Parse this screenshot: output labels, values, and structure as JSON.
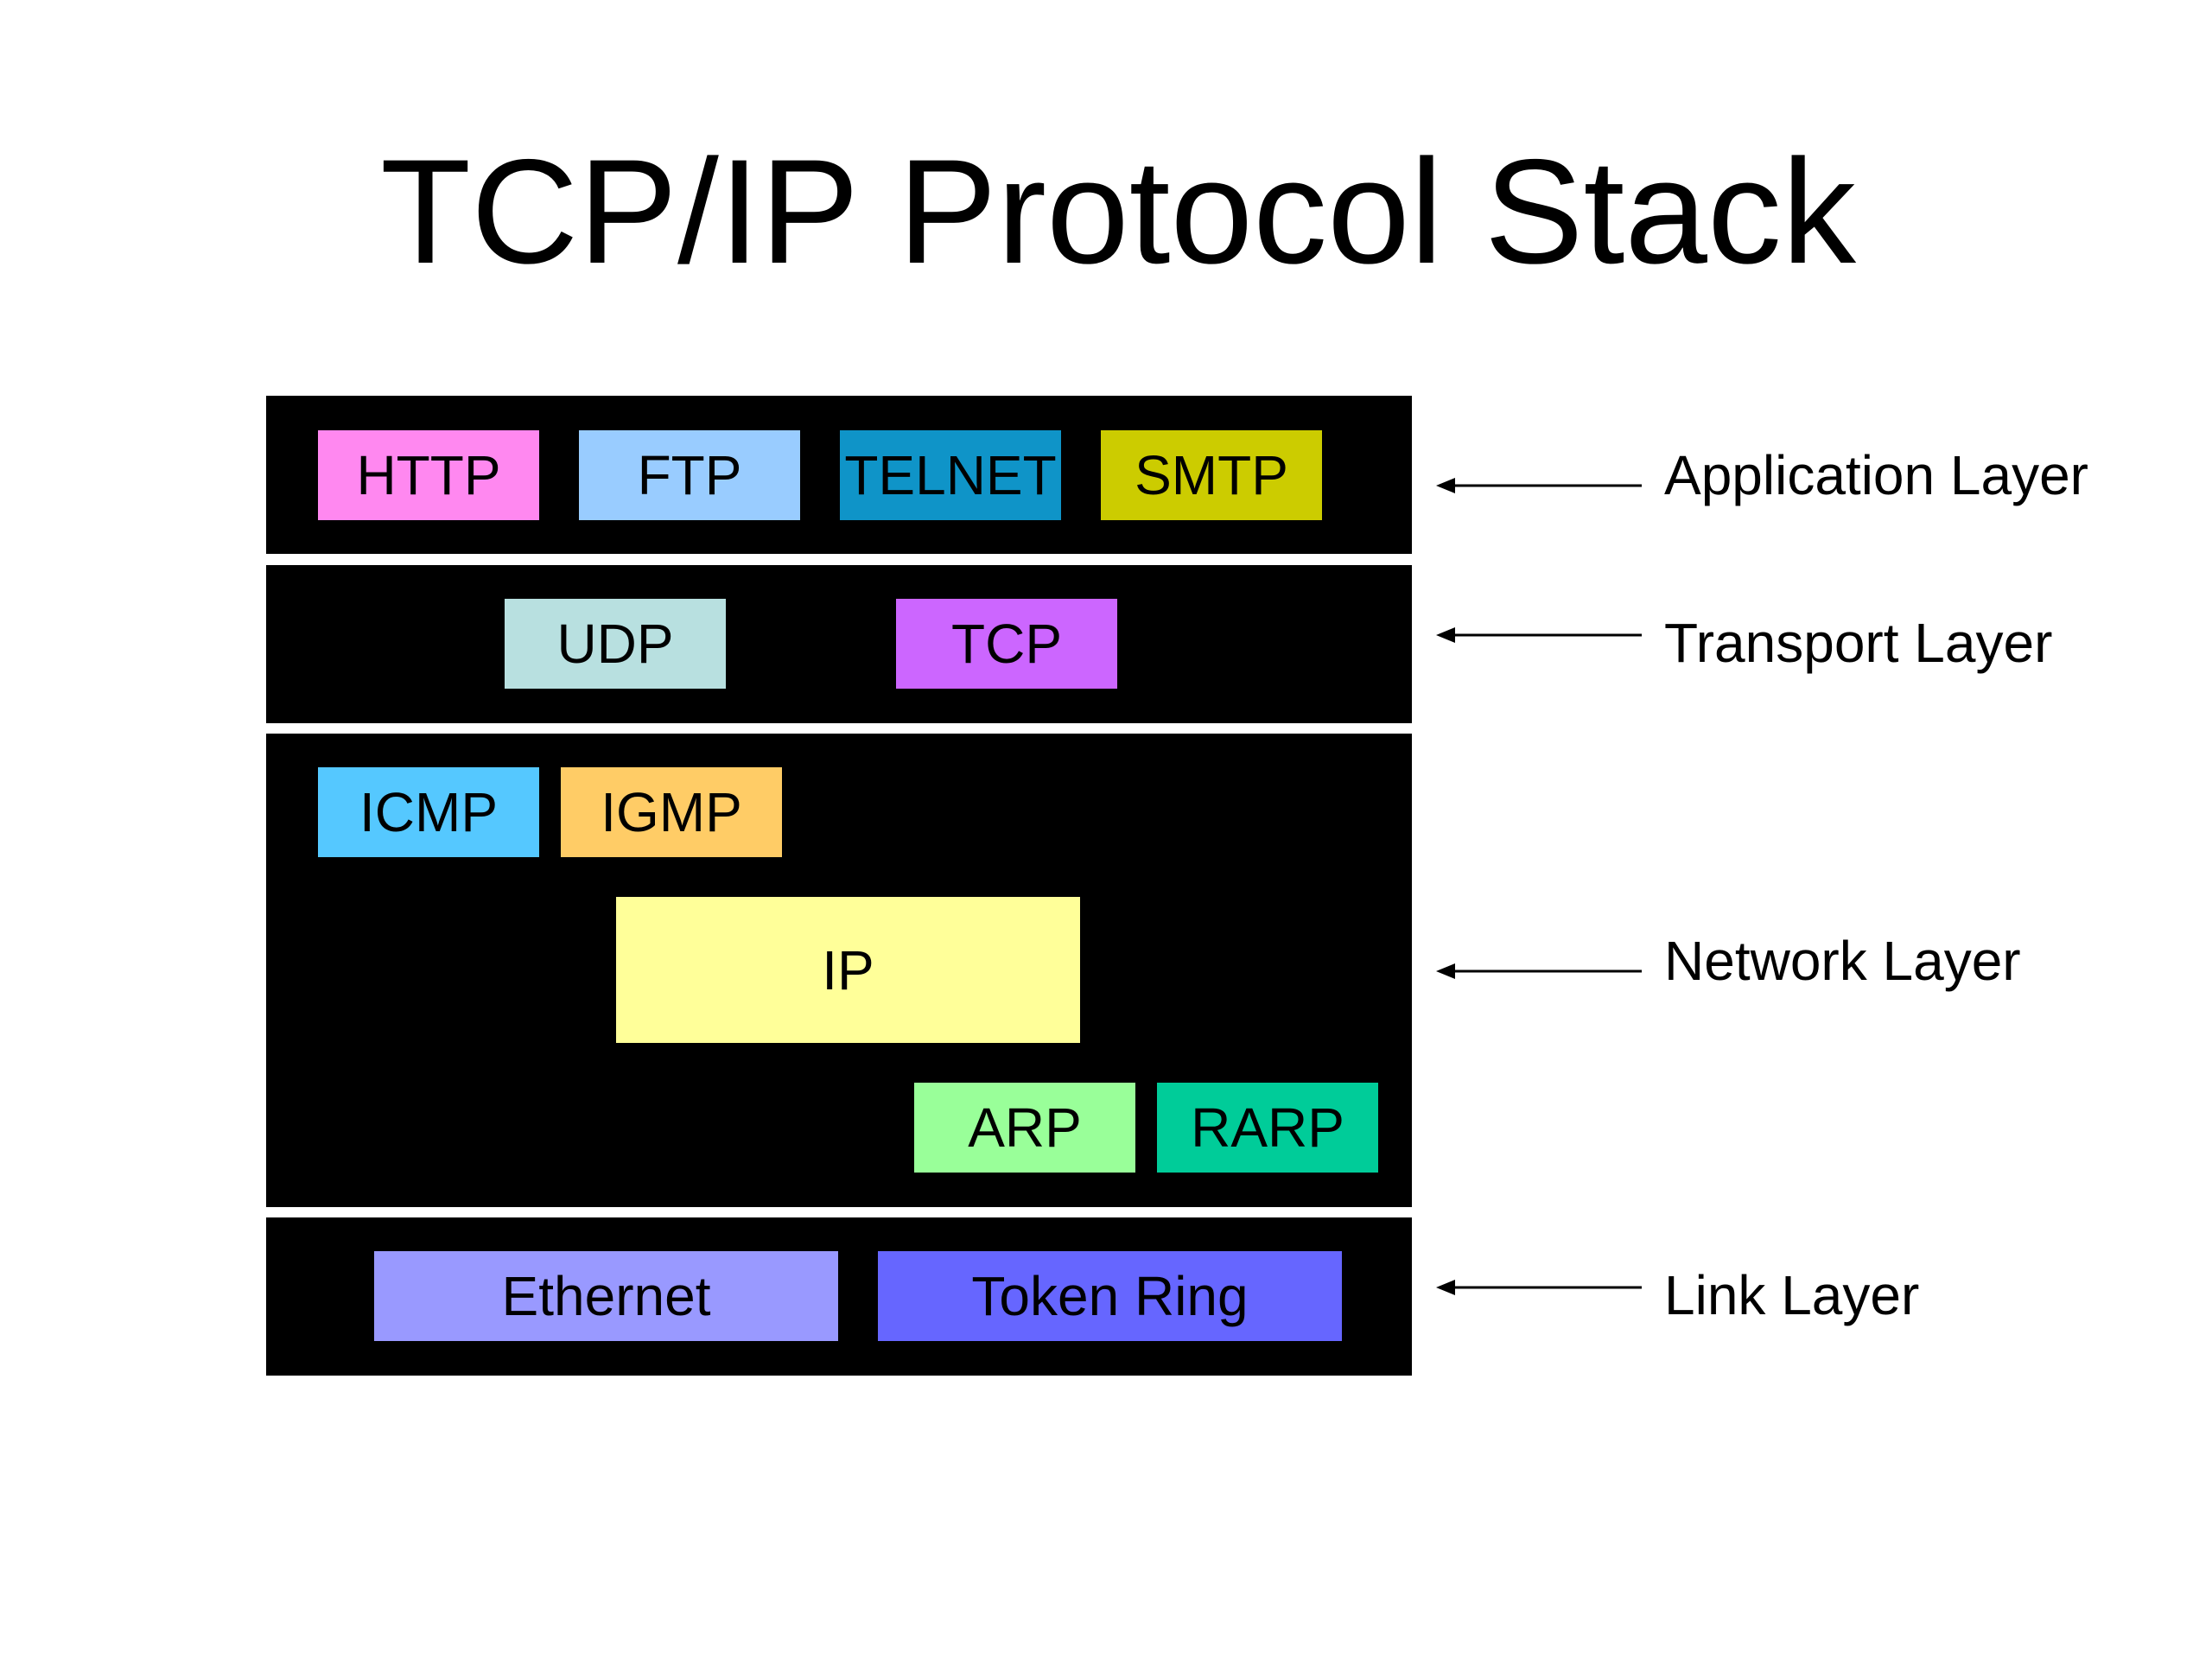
{
  "title": "TCP/IP Protocol Stack",
  "layers": {
    "application": {
      "label": "Application Layer",
      "protocols": [
        {
          "name": "HTTP",
          "color": "#ff88f0"
        },
        {
          "name": "FTP",
          "color": "#99ccff"
        },
        {
          "name": "TELNET",
          "color": "#0f94c8"
        },
        {
          "name": "SMTP",
          "color": "#cccc00"
        }
      ]
    },
    "transport": {
      "label": "Transport Layer",
      "protocols": [
        {
          "name": "UDP",
          "color": "#b8e0e0"
        },
        {
          "name": "TCP",
          "color": "#cc66ff"
        }
      ]
    },
    "network": {
      "label": "Network Layer",
      "protocols": [
        {
          "name": "ICMP",
          "color": "#55c8ff"
        },
        {
          "name": "IGMP",
          "color": "#ffcc66"
        },
        {
          "name": "IP",
          "color": "#ffff99"
        },
        {
          "name": "ARP",
          "color": "#99ff99"
        },
        {
          "name": "RARP",
          "color": "#00cc99"
        }
      ]
    },
    "link": {
      "label": "Link Layer",
      "protocols": [
        {
          "name": "Ethernet",
          "color": "#9999ff"
        },
        {
          "name": "Token Ring",
          "color": "#6666ff"
        }
      ]
    }
  },
  "colors": {
    "background": "#ffffff",
    "band": "#000000",
    "text": "#000000",
    "arrow": "#000000"
  }
}
